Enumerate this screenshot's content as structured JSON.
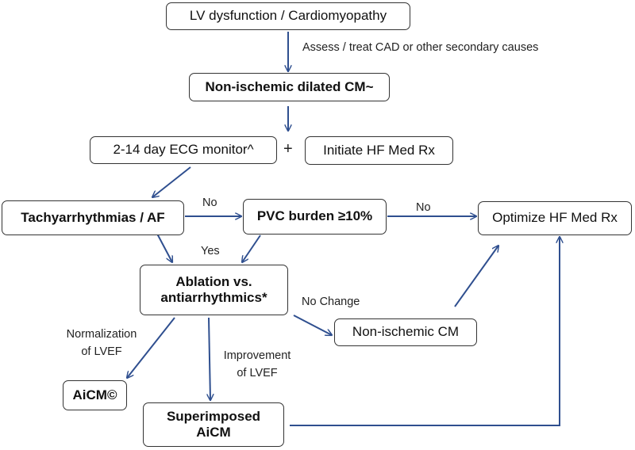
{
  "colors": {
    "arrow": "#2f4f8f",
    "border": "#333333",
    "text": "#111111"
  },
  "nodes": {
    "lv_dysfunction": "LV dysfunction / Cardiomyopathy",
    "non_ischemic_dilated": "Non-ischemic dilated CM~",
    "ecg_monitor": "2-14 day ECG monitor^",
    "plus_sign": "+",
    "initiate_hf": "Initiate HF Med Rx",
    "tachyarrhythmias": "Tachyarrhythmias / AF",
    "pvc_burden": "PVC burden ≥10%",
    "optimize_hf": "Optimize HF Med Rx",
    "ablation_line1": "Ablation vs.",
    "ablation_line2": "antiarrhythmics*",
    "non_ischemic_cm": "Non-ischemic CM",
    "aicm": "AiCM©",
    "superimposed_line1": "Superimposed",
    "superimposed_line2": "AiCM"
  },
  "edge_labels": {
    "assess_treat": "Assess / treat CAD or other secondary causes",
    "no_1": "No",
    "no_2": "No",
    "yes": "Yes",
    "no_change": "No Change",
    "normalization_line1": "Normalization",
    "normalization_line2": "of LVEF",
    "improvement_line1": "Improvement",
    "improvement_line2": "of LVEF"
  }
}
